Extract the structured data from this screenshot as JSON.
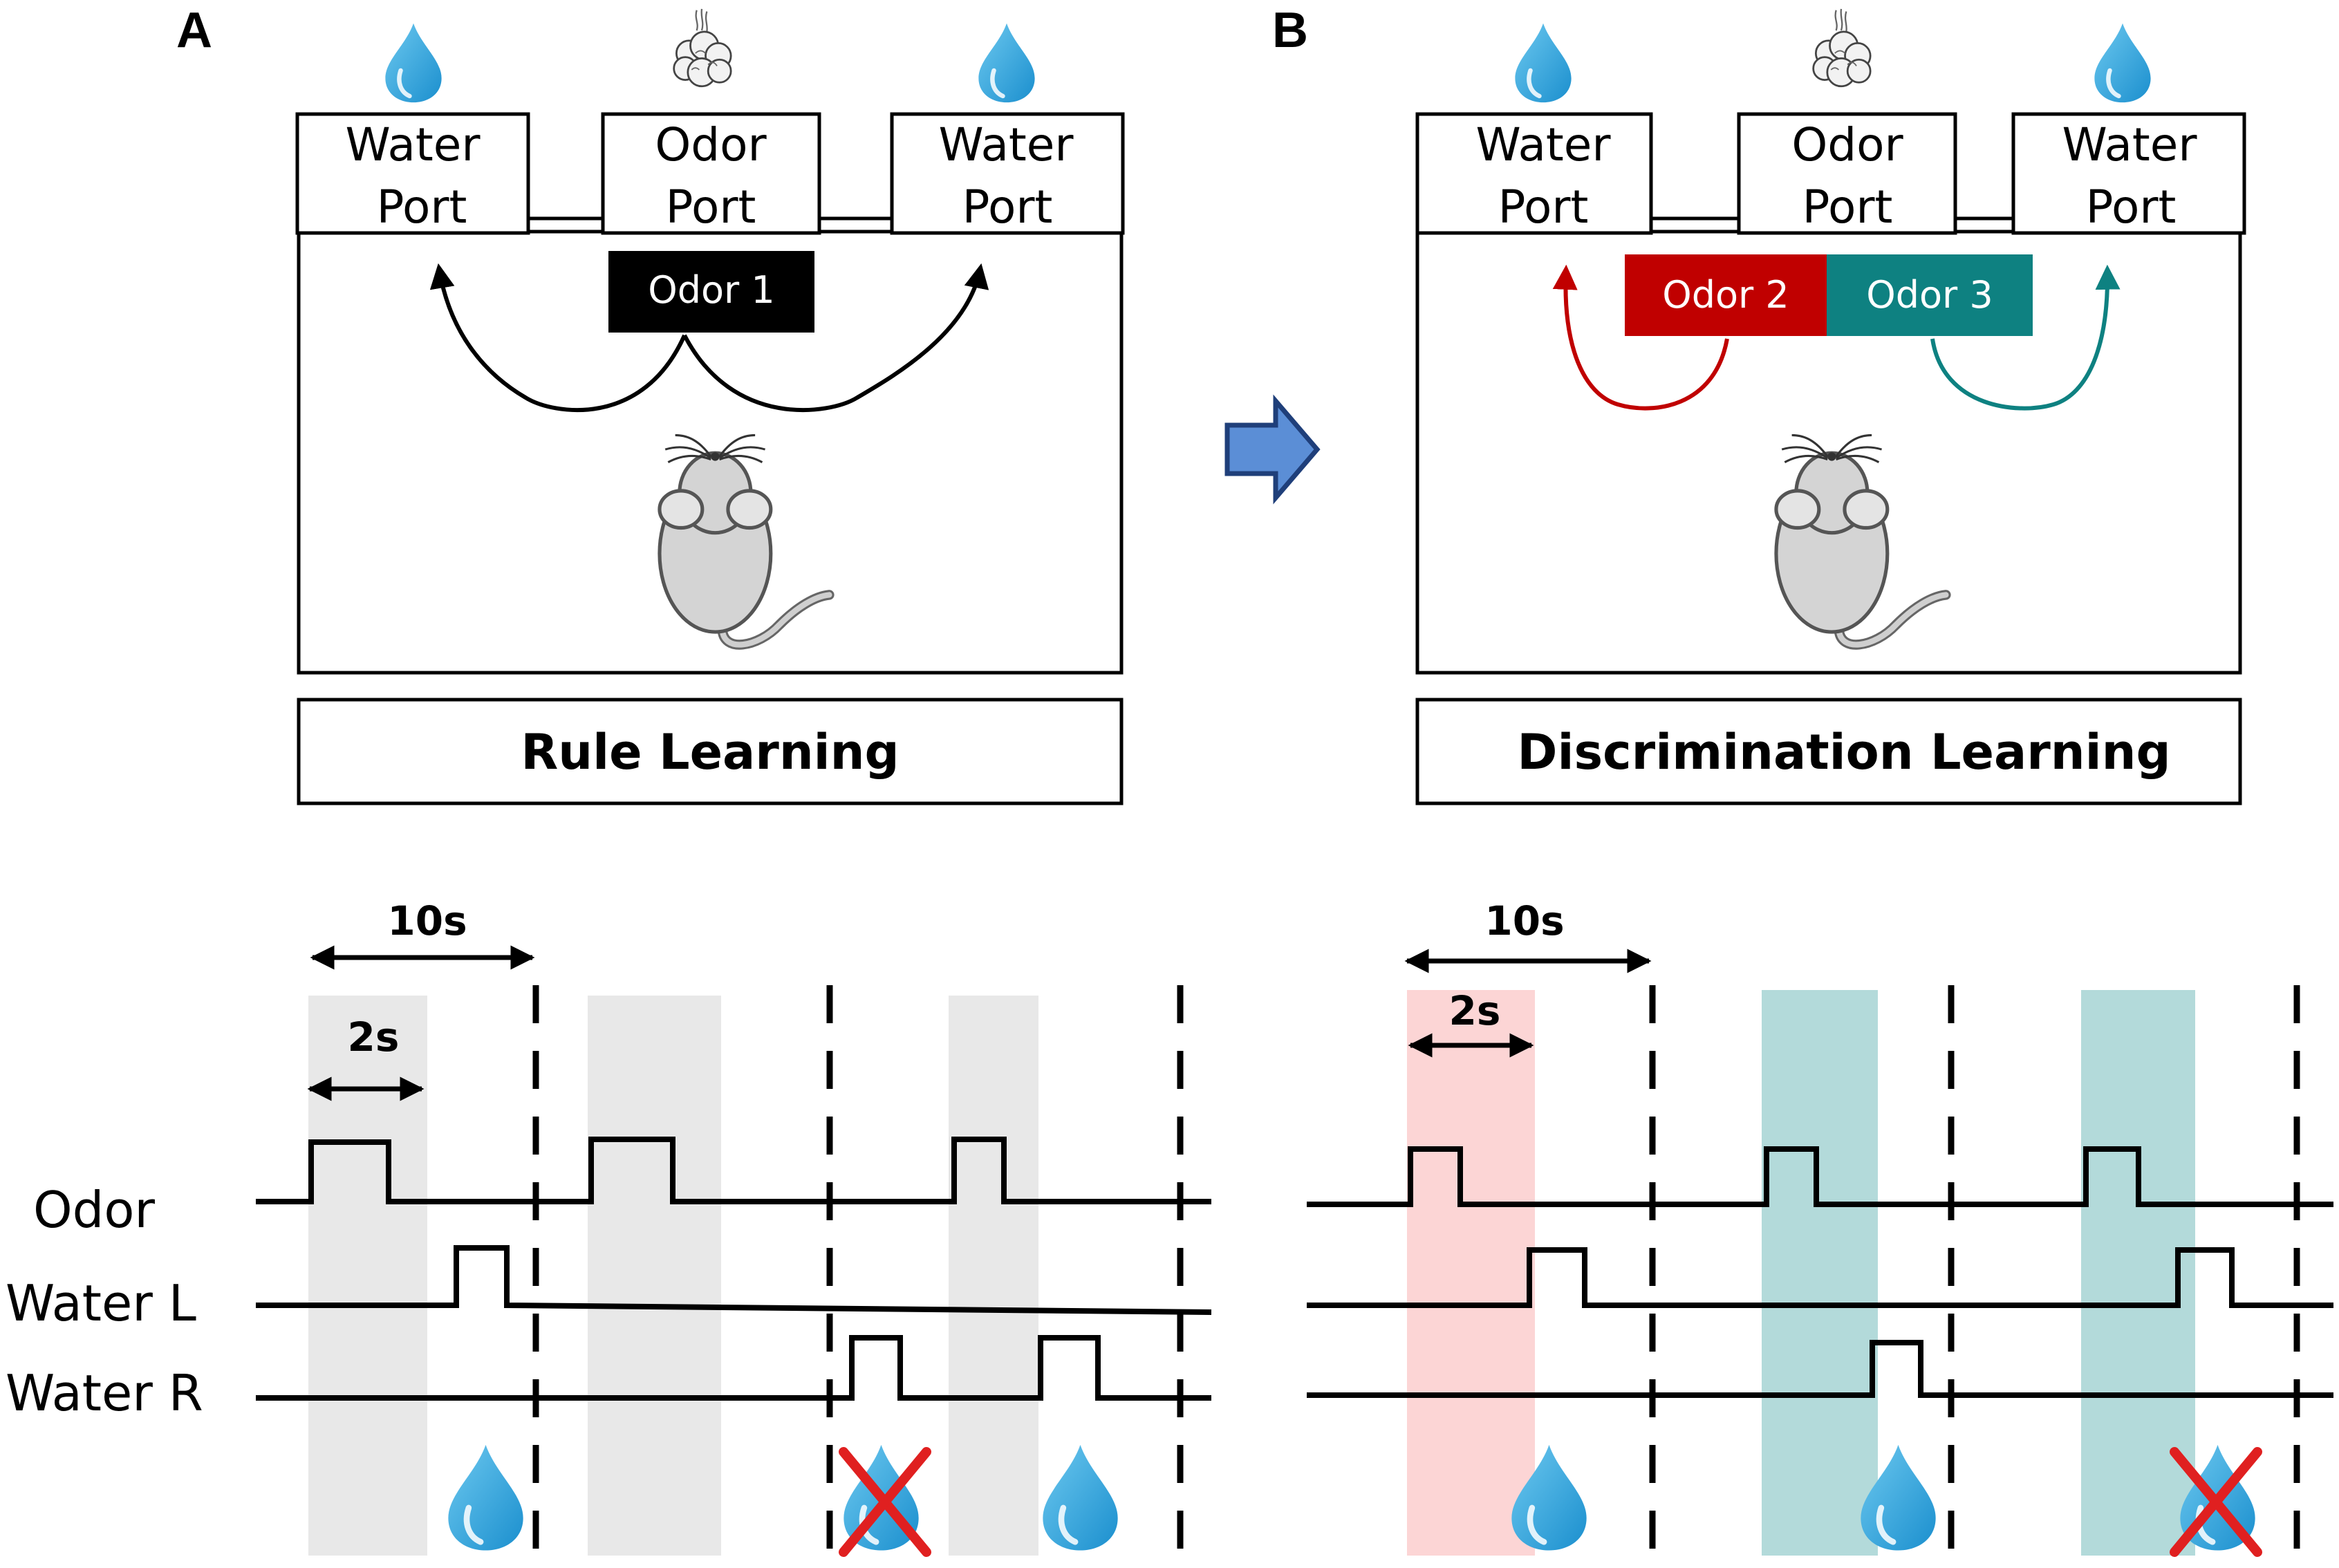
{
  "panels": {
    "a": {
      "letter": "A",
      "left_port": {
        "line1": "Water",
        "line2": "Port"
      },
      "center_port": {
        "line1": "Odor",
        "line2": "Port"
      },
      "right_port": {
        "line1": "Water",
        "line2": "Port"
      },
      "odor_label": "Odor 1",
      "title": "Rule Learning",
      "duration_long": "10s",
      "duration_short": "2s"
    },
    "b": {
      "letter": "B",
      "left_port": {
        "line1": "Water",
        "line2": "Port"
      },
      "center_port": {
        "line1": "Odor",
        "line2": "Port"
      },
      "right_port": {
        "line1": "Water",
        "line2": "Port"
      },
      "odor_label_left": "Odor 2",
      "odor_label_right": "Odor 3",
      "title": "Discrimination Learning",
      "duration_long": "10s",
      "duration_short": "2s"
    }
  },
  "traces": {
    "odor": "Odor",
    "water_left": "Water L",
    "water_right": "Water R"
  },
  "colors": {
    "water_drop": "#29a8e0",
    "odor2": "#c00000",
    "odor3": "#0e8181",
    "odor1_box": "#000000",
    "pink_band": "#fcd5d5",
    "teal_band": "#b3dada",
    "gray_band": "#e8e8e8",
    "cross": "#e02020",
    "transition_arrow": "#2e5fa8"
  },
  "icons": [
    "water-drop-icon",
    "odor-puff-icon",
    "mouse-icon",
    "transition-arrow-icon",
    "cross-icon"
  ]
}
